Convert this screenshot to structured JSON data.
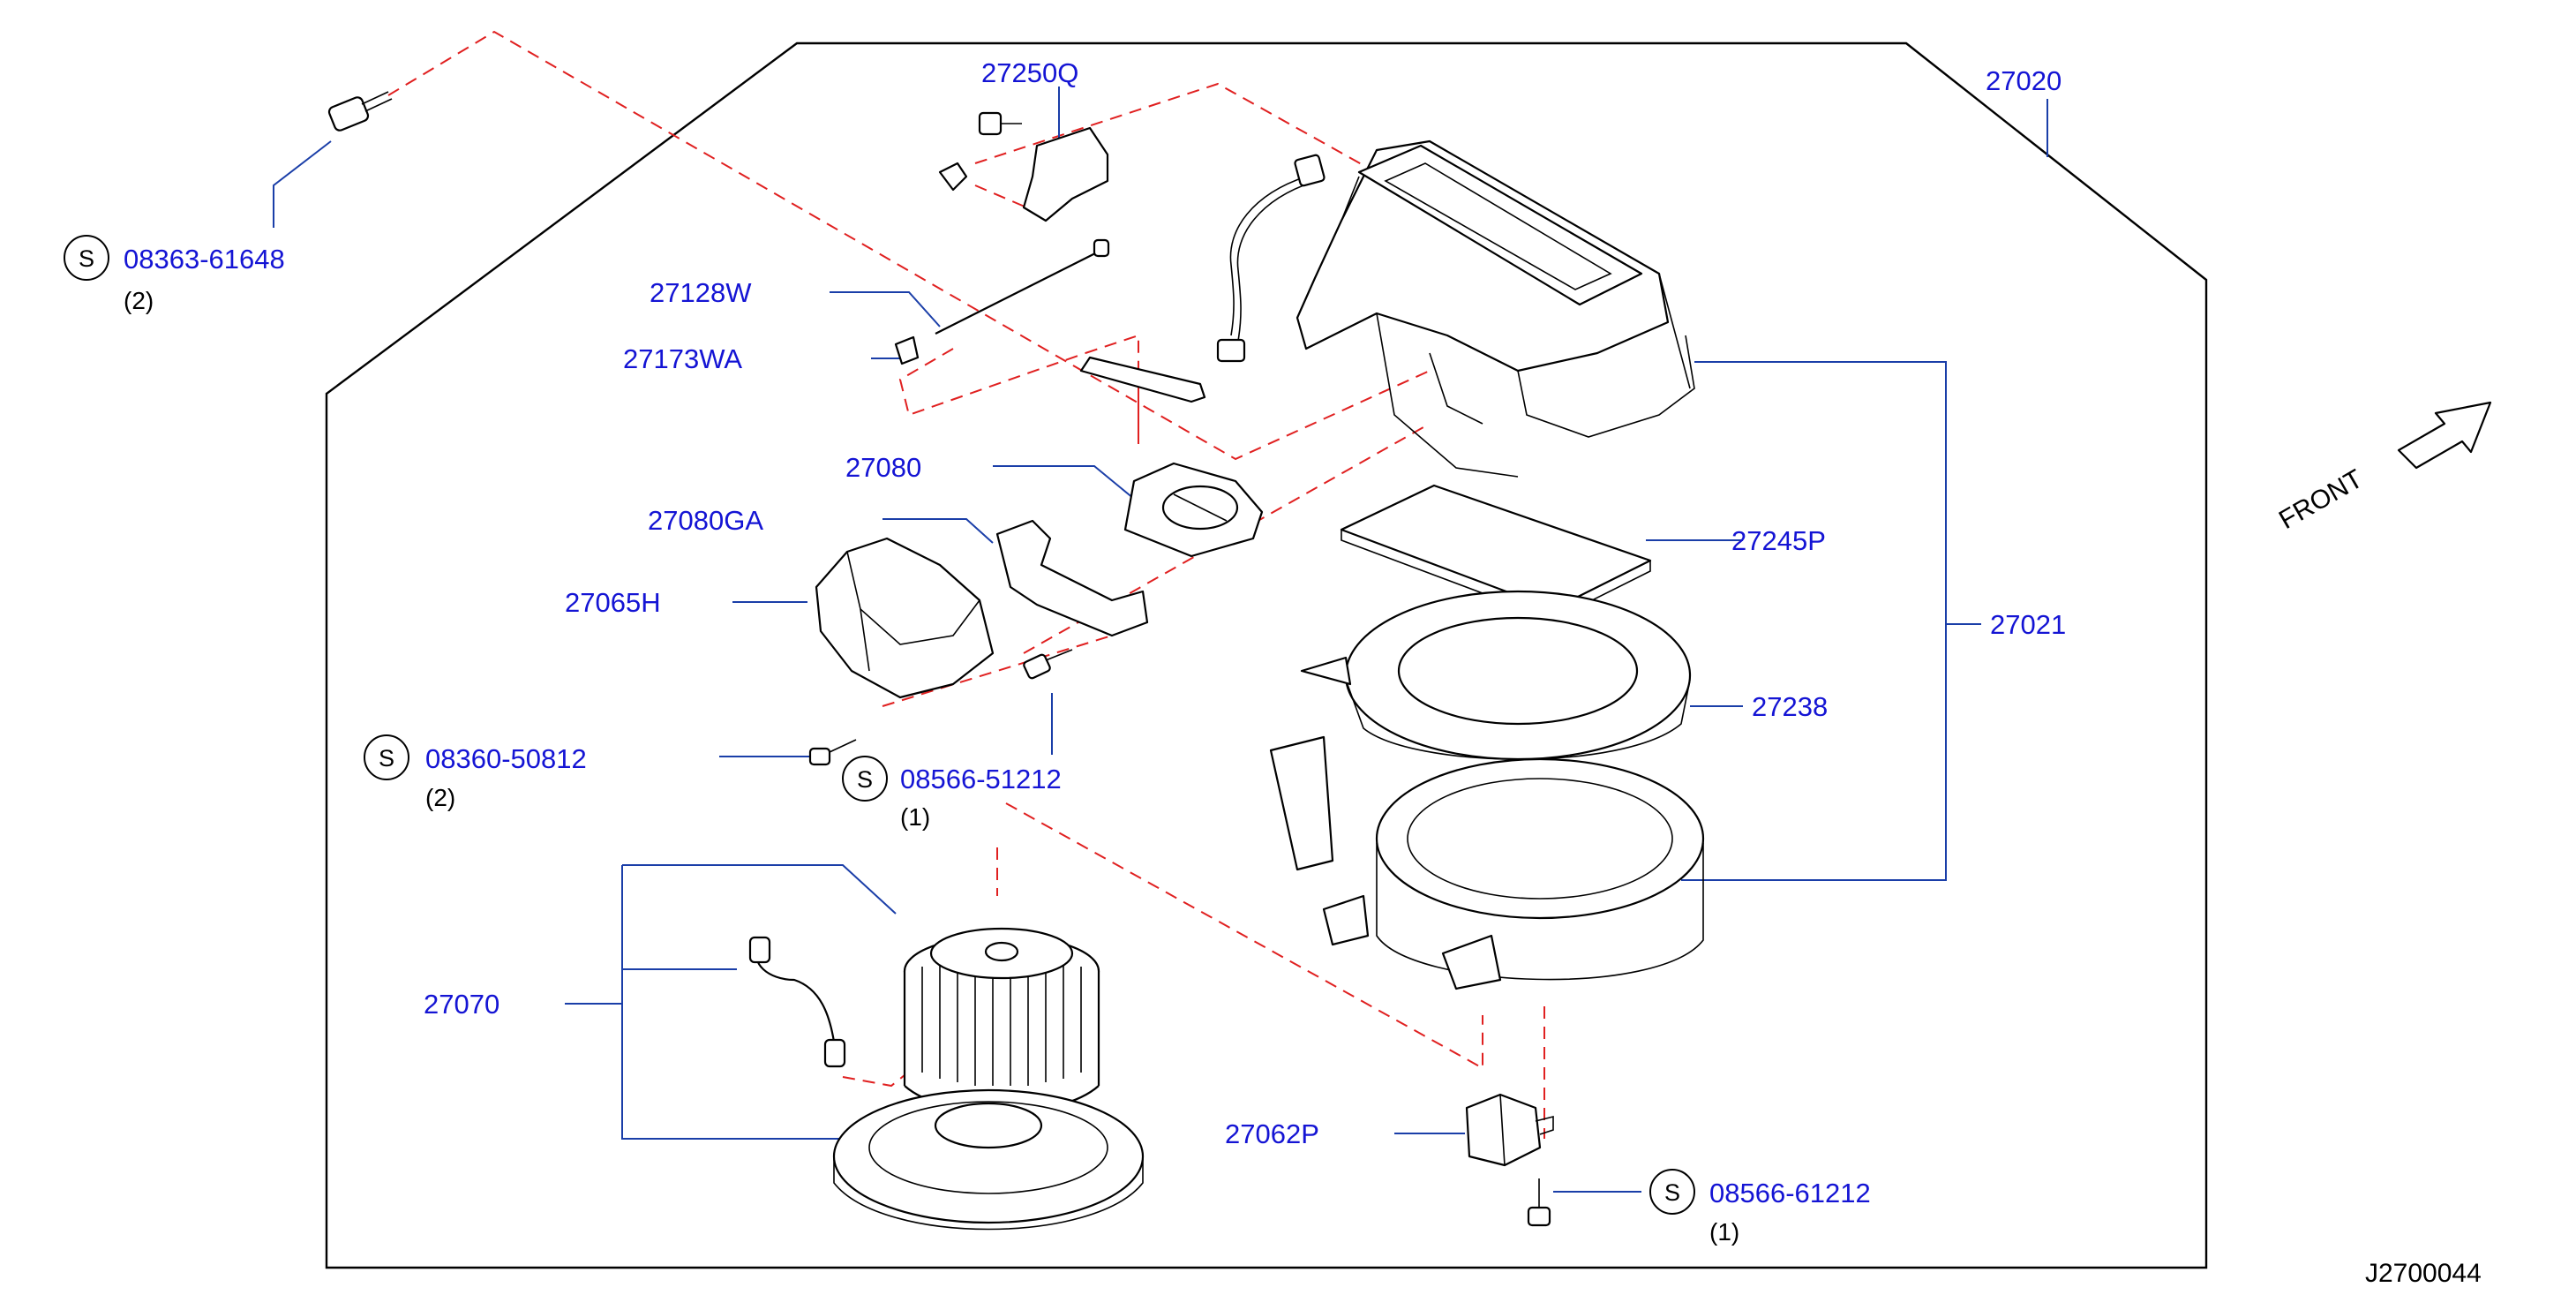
{
  "labels": {
    "p27020": "27020",
    "p27021": "27021",
    "p27245P": "27245P",
    "p27238": "27238",
    "p27250Q": "27250Q",
    "p27128W": "27128W",
    "p27173WA": "27173WA",
    "p27080": "27080",
    "p27080GA": "27080GA",
    "p27065H": "27065H",
    "p27070": "27070",
    "p27062P": "27062P"
  },
  "screws": [
    {
      "symbol": "S",
      "part": "08363-61648",
      "qty": "(2)"
    },
    {
      "symbol": "S",
      "part": "08360-50812",
      "qty": "(2)"
    },
    {
      "symbol": "S",
      "part": "08566-51212",
      "qty": "(1)"
    },
    {
      "symbol": "S",
      "part": "08566-61212",
      "qty": "(1)"
    }
  ],
  "front_label": "FRONT",
  "diagram_code": "J2700044",
  "colors": {
    "label": "#1414d4",
    "leader": "#1a3ea8",
    "dashed": "#e02020",
    "line": "#000000"
  }
}
